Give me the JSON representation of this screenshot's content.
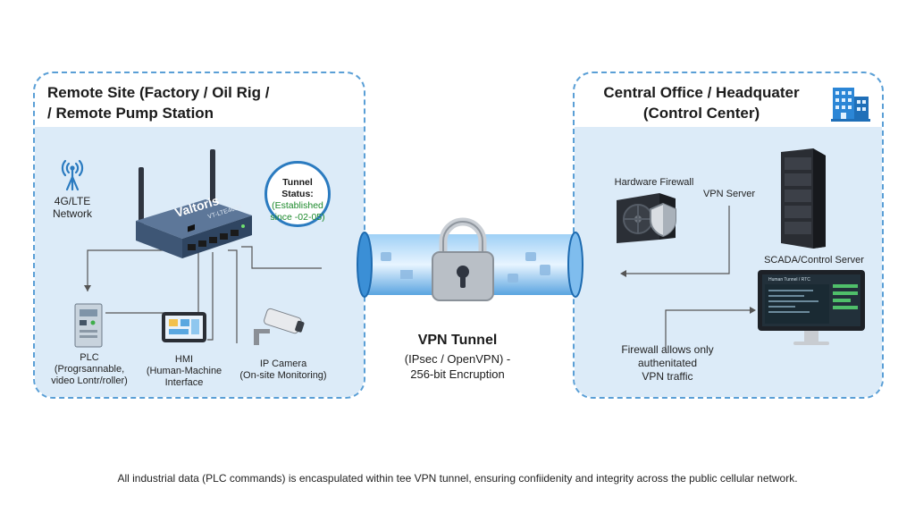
{
  "remote": {
    "title_line1": "Remote Site (Factory / Oil Rig /",
    "title_line2": "/ Remote Pump Station",
    "network_line1": "4G/LTE",
    "network_line2": "Network",
    "router_brand": "Valtoris",
    "router_model": "VT-LTE4600",
    "status_title": "Tunnel Status:",
    "status_line1": "(Established",
    "status_line2": "since -02-05)",
    "plc_line1": "PLC",
    "plc_line2": "(Progrsannable,",
    "plc_line3": "video Lontr/roller)",
    "hmi_line1": "HMI",
    "hmi_line2": "(Human-Machine",
    "hmi_line3": "Interface",
    "camera_line1": "IP Camera",
    "camera_line2": "(On-site Monitoring)"
  },
  "central": {
    "title_line1": "Central Office / Headquater",
    "title_line2": "(Control Center)",
    "firewall_label": "Hardware Firewall",
    "vpn_server_label": "VPN Server",
    "scada_label": "SCADA/Control Server",
    "monitor_heading": "Human Tunnel / RTC",
    "note_line1": "Firewall allows only",
    "note_line2": "authenitated",
    "note_line3": "VPN traffic"
  },
  "tunnel": {
    "title": "VPN Tunnel",
    "sub_line1": "(IPsec / OpenVPN) -",
    "sub_line2": "256-bit Encruption"
  },
  "caption": "All industrial data (PLC commands) is encaspulated within tee VPN tunnel, ensuring confiidenity and integrity across the public cellular network.",
  "colors": {
    "accent_blue": "#2b7bc0",
    "panel_fill": "#dcebf8",
    "panel_border": "#5a9fd6",
    "status_green": "#1d8a2c"
  }
}
